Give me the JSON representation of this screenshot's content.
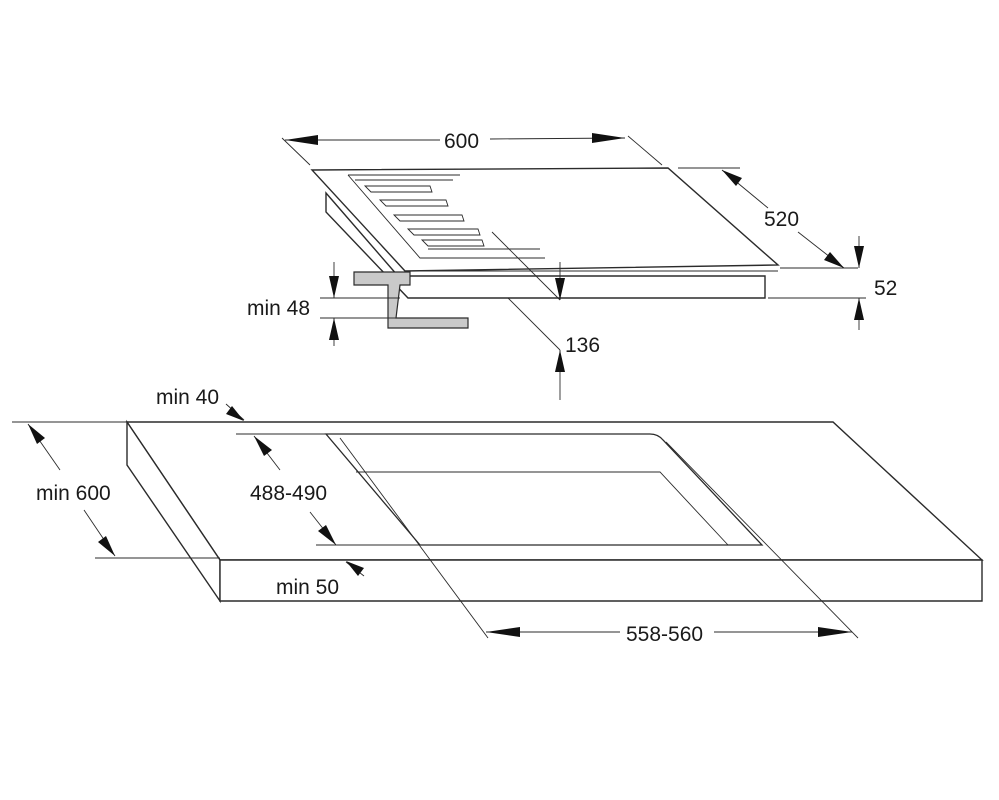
{
  "labels": {
    "width_600": "600",
    "depth_520": "520",
    "height_52": "52",
    "min_48": "min 48",
    "depth_136": "136",
    "min_40": "min 40",
    "min_600": "min 600",
    "cutout_depth": "488-490",
    "min_50": "min 50",
    "cutout_width": "558-560"
  }
}
